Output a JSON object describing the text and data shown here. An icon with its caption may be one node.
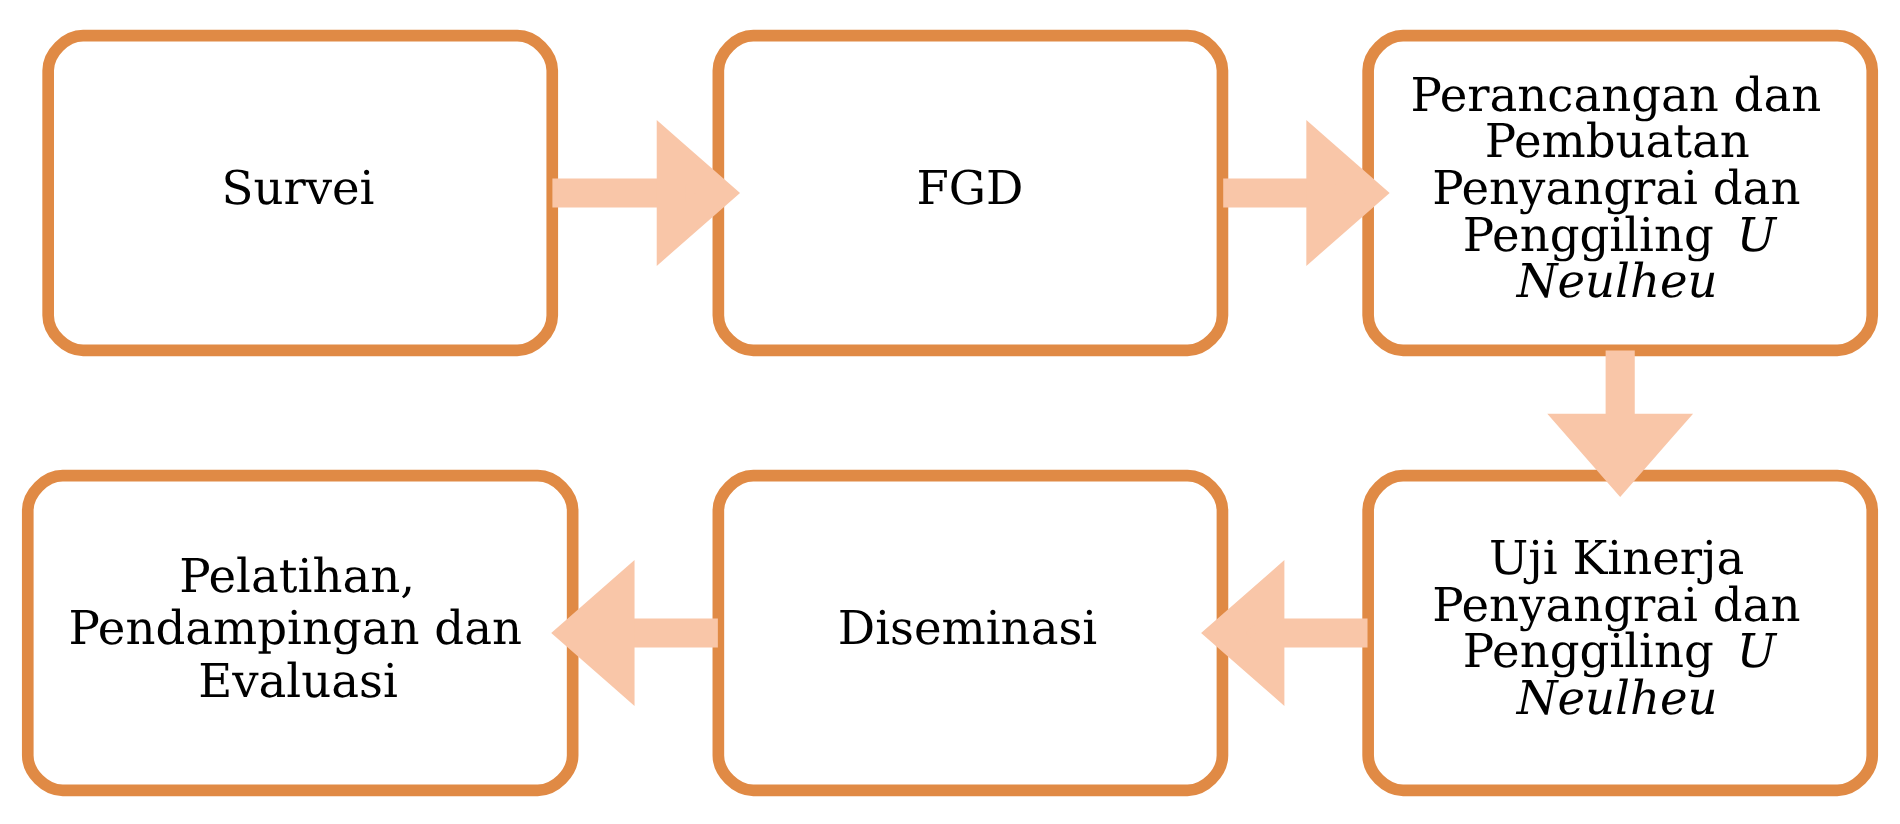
{
  "diagram": {
    "nodes": [
      {
        "text": [
          "Survei"
        ]
      },
      {
        "text": [
          "FGD"
        ]
      },
      {
        "text": [
          "Perancangan dan Pembuatan Penyangrai dan Penggiling *U Neulheu*"
        ]
      },
      {
        "text": [
          "Uji Kinerja Penyangrai dan Penggiling *U Neulheu*"
        ]
      },
      {
        "text": [
          "Diseminasi"
        ]
      },
      {
        "text": [
          "Pelatihan, Pendampingan dan Evaluasi"
        ]
      }
    ],
    "edges": [
      {
        "from": 0,
        "to": 1,
        "arrow": "to"
      },
      {
        "from": 1,
        "to": 2,
        "arrow": "to"
      },
      {
        "from": 2,
        "to": 3,
        "arrow": "to"
      },
      {
        "from": 3,
        "to": 4,
        "arrow": "to"
      },
      {
        "from": 4,
        "to": 5,
        "arrow": "to"
      }
    ]
  }
}
